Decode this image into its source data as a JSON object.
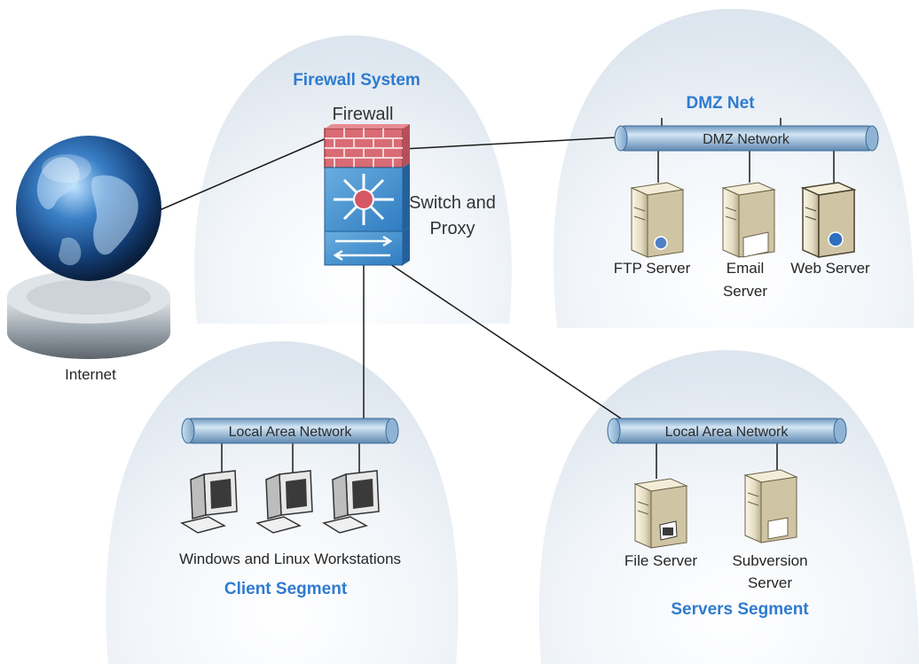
{
  "colors": {
    "title": "#2e7bcf",
    "line": "#1a1a1a",
    "pipe": "#9fc3e0",
    "dome": "#e9eff6"
  },
  "internet": {
    "label": "Internet"
  },
  "firewall_system": {
    "title": "Firewall System",
    "firewall_label": "Firewall",
    "switch_label_line1": "Switch and",
    "switch_label_line2": "Proxy"
  },
  "dmz": {
    "title": "DMZ Net",
    "network_label": "DMZ Network",
    "ftp_label": "FTP Server",
    "email_label_line1": "Email",
    "email_label_line2": "Server",
    "web_label": "Web Server"
  },
  "client": {
    "title": "Client Segment",
    "network_label": "Local Area Network",
    "workstations_label": "Windows and Linux Workstations"
  },
  "servers": {
    "title": "Servers Segment",
    "network_label": "Local Area Network",
    "file_label": "File Server",
    "subversion_label_line1": "Subversion",
    "subversion_label_line2": "Server"
  }
}
